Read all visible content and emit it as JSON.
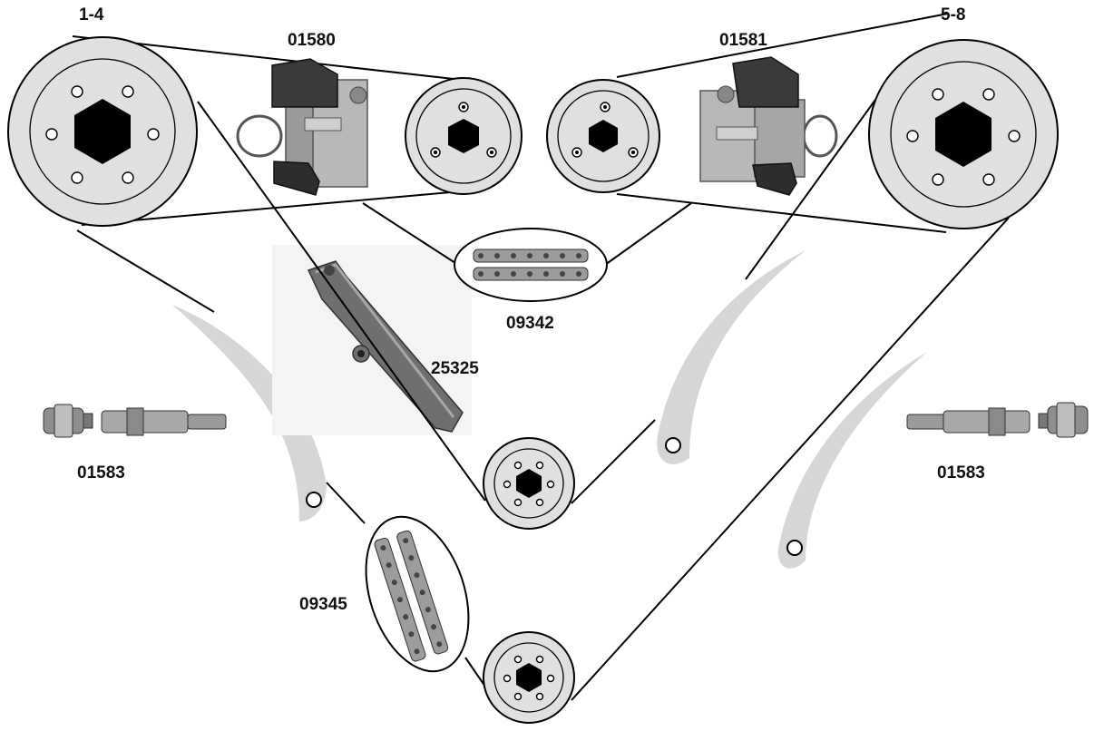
{
  "labels": {
    "cam_left_bank": "1-4",
    "cam_right_bank": "5-8",
    "tensioner_left": "01580",
    "tensioner_right": "01581",
    "upper_chain": "09342",
    "tensioner_rail": "25325",
    "lower_chain": "09345",
    "tensioner_plunger_left": "01583",
    "tensioner_plunger_right": "01583"
  },
  "colors": {
    "sprocket_fill": "#e0e0e0",
    "guide_fill": "#d6d6d6",
    "line": "#000000"
  }
}
